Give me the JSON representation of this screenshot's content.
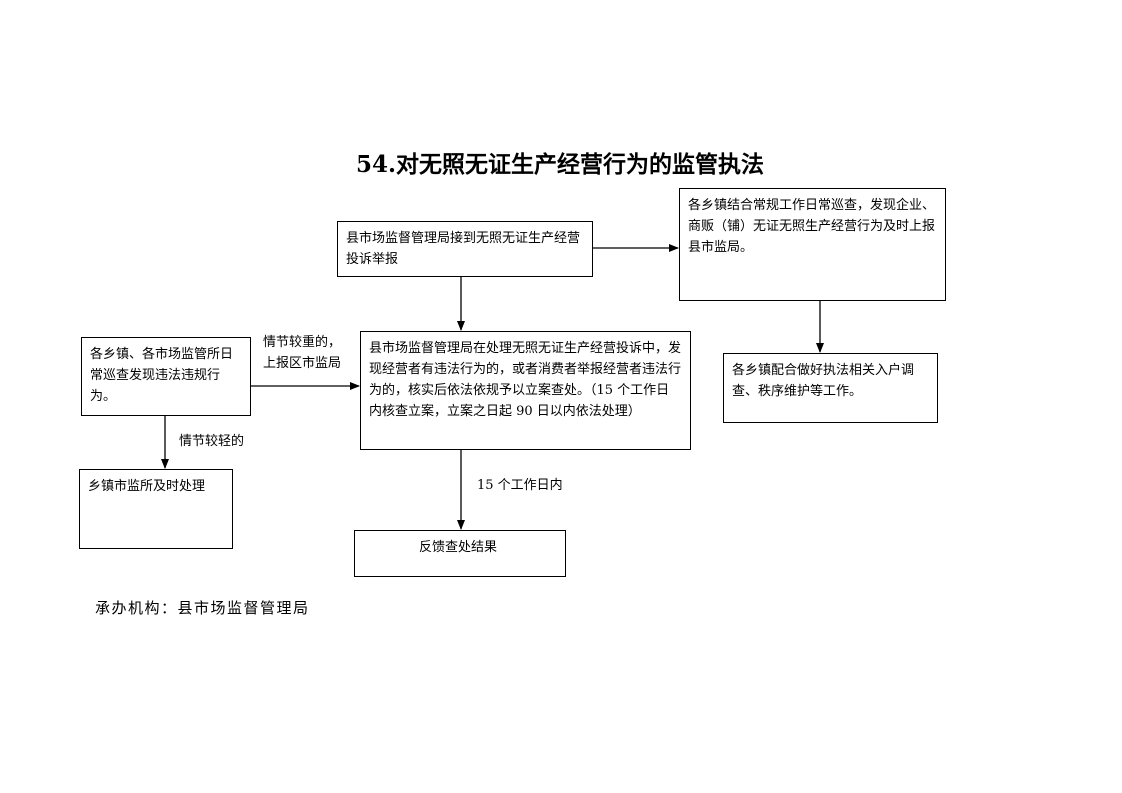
{
  "title": "54.对无照无证生产经营行为的监管执法",
  "boxes": {
    "report_received": "县市场监督管理局接到无照无证生产经营投诉举报",
    "township_inspection": "各乡镇结合常规工作日常巡查，发现企业、商贩（铺）无证无照生产经营行为及时上报县市监局。",
    "case_processing": "县市场监督管理局在处理无照无证生产经营投诉中，发现经营者有违法行为的，或者消费者举报经营者违法行为的，核实后依法依规予以立案查处。（15 个工作日内核查立案，立案之日起 90 日以内依法处理）",
    "daily_patrol": "各乡镇、各市场监管所日常巡查发现违法违规行为。",
    "cooperate": "各乡镇配合做好执法相关入户调查、秩序维护等工作。",
    "local_handling": "乡镇市监所及时处理",
    "feedback": "反馈查处结果"
  },
  "labels": {
    "serious_line1": "情节较重的，",
    "serious_line2": "上报区市监局",
    "minor": "情节较轻的",
    "within_15_days": "15 个工作日内"
  },
  "footer": "承办机构：县市场监督管理局"
}
